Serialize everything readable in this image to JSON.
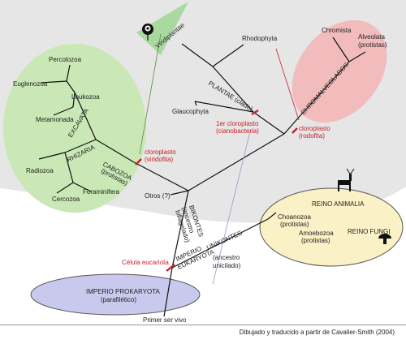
{
  "colors": {
    "gray_region": "#e6e6e6",
    "excavata_region": "#c9e8b6",
    "chromalveolata_region": "#f3bcbc",
    "plantae_triangle": "#a9d9a0",
    "animal_fungi_region": "#fbf1c6",
    "prokaryota_region": "#c9c9ee",
    "marker": "#c8202a"
  },
  "labels": {
    "percolozoa": "Percolozoa",
    "euglenozoa": "Euglenozoa",
    "loukozoa": "Loukozoa",
    "metamonada": "Metamonada",
    "excavata": "EXCAVATA",
    "rhizaria": "RHIZARIA",
    "cabozoa": "CABOZOA",
    "cabozoa_sub": "(protistas)",
    "radiozoa": "Radiozoa",
    "cercozoa": "Cercozoa",
    "foraminifera": "Foraminifera",
    "viridiplantae": "Viridiplantae",
    "rhodophyta": "Rhodophyta",
    "plantae": "PLANTAE (clado)",
    "glaucophyta": "Glaucophyta",
    "chromista": "Chromista",
    "alveolata": "Alveolata",
    "alveolata_sub": "(protistas)",
    "chromalveolados": "CHROMALVEOLADOS",
    "cloro_viridofita_1": "cloroplasto",
    "cloro_viridofita_2": "(viridofita)",
    "cloro_ciano_1": "1er cloroplasto",
    "cloro_ciano_2": "(cianobacteria)",
    "cloro_rodofita_1": "cloroplasto",
    "cloro_rodofita_2": "(rodofita)",
    "otros": "Otros (?)",
    "bikontes": "BIKONTES",
    "bikontes_sub_1": "(ancestro",
    "bikontes_sub_2": "biflagelado)",
    "unikontes": "UNIKONTES",
    "unikontes_sub_1": "(ancestro",
    "unikontes_sub_2": "unicilado)",
    "reino_animalia": "REINO ANIMALIA",
    "choanozoa": "Choanozoa",
    "choanozoa_sub": "(protistas)",
    "amoebozoa": "Amoebozoa",
    "amoebozoa_sub": "(protistas)",
    "reino_fungi": "REINO FUNGI",
    "celula_eucariota": "Célula eucariota",
    "imperio_eukaryota_1": "IMPERIO",
    "imperio_eukaryota_2": "EUKARYOTA",
    "imperio_prokaryota": "IMPERIO PROKARYOTA",
    "prokaryota_sub": "(parafilético)",
    "primer_ser_vivo": "Primer ser vivo"
  },
  "credit": "Dibujado y traducido a partir de Cavalier-Smith (2004)",
  "icons": [
    "rose-icon",
    "deer-icon",
    "mushroom-icon"
  ]
}
